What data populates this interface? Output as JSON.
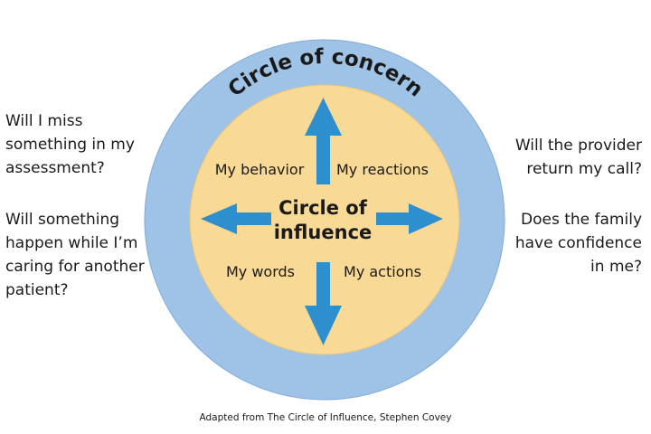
{
  "diagram": {
    "outer_title": "Circle of concern",
    "inner_title_line1": "Circle of",
    "inner_title_line2": "influence",
    "quadrants": {
      "top_left": "My behavior",
      "top_right": "My reactions",
      "bottom_left": "My words",
      "bottom_right": "My actions"
    },
    "colors": {
      "outer_circle": "#9fc3e6",
      "inner_circle": "#f8d995",
      "arrow": "#2e8fcf",
      "text": "#1a1a1a"
    }
  },
  "left_concerns": [
    "Will I miss\nsomething in my\nassessment?",
    "Will something\nhappen while I’m\ncaring for another\npatient?"
  ],
  "right_concerns": [
    "Will the provider\nreturn my call?",
    "Does the family\nhave confidence\nin me?"
  ],
  "caption": "Adapted from The Circle of Influence, Stephen Covey"
}
